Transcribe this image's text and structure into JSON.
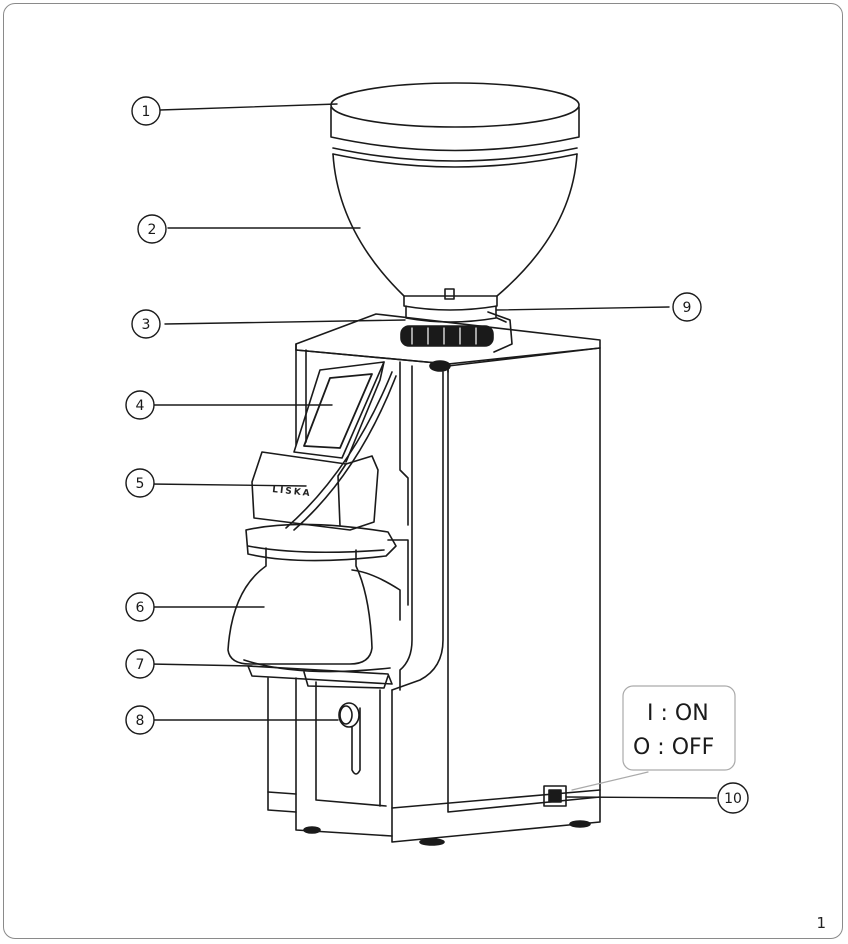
{
  "callouts": {
    "c1": "1",
    "c2": "2",
    "c3": "3",
    "c4": "4",
    "c5": "5",
    "c6": "6",
    "c7": "7",
    "c8": "8",
    "c9": "9",
    "c10": "10"
  },
  "power_switch": {
    "on_label": "I : ON",
    "off_label": "O : OFF"
  },
  "brand_logo": "LISKA",
  "page_number": "1",
  "colors": {
    "line": "#1a1a1a",
    "frame": "#8a8a8a",
    "background": "#ffffff"
  }
}
